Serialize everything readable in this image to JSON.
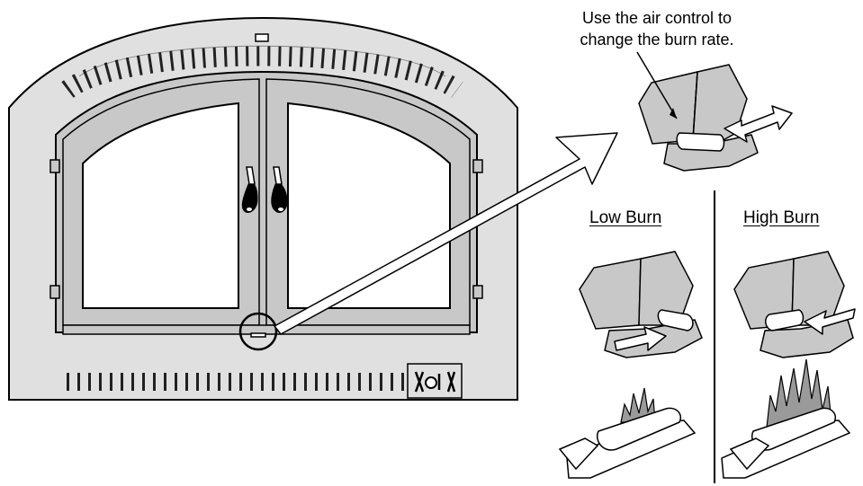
{
  "callout": {
    "line1": "Use the air control to",
    "line2": "change the burn rate."
  },
  "labels": {
    "low_burn": "Low Burn",
    "high_burn": "High Burn"
  },
  "colors": {
    "stroke": "#000000",
    "fill_light": "#e0e0e0",
    "fill_mid": "#c8c8c8",
    "fill_dark": "#9a9a9a",
    "background": "#ffffff"
  },
  "icons": {
    "air_control_lever": "lever-icon",
    "arrows": "double-arrow-icon",
    "flame": "flame-icon",
    "logs": "log-icon"
  }
}
